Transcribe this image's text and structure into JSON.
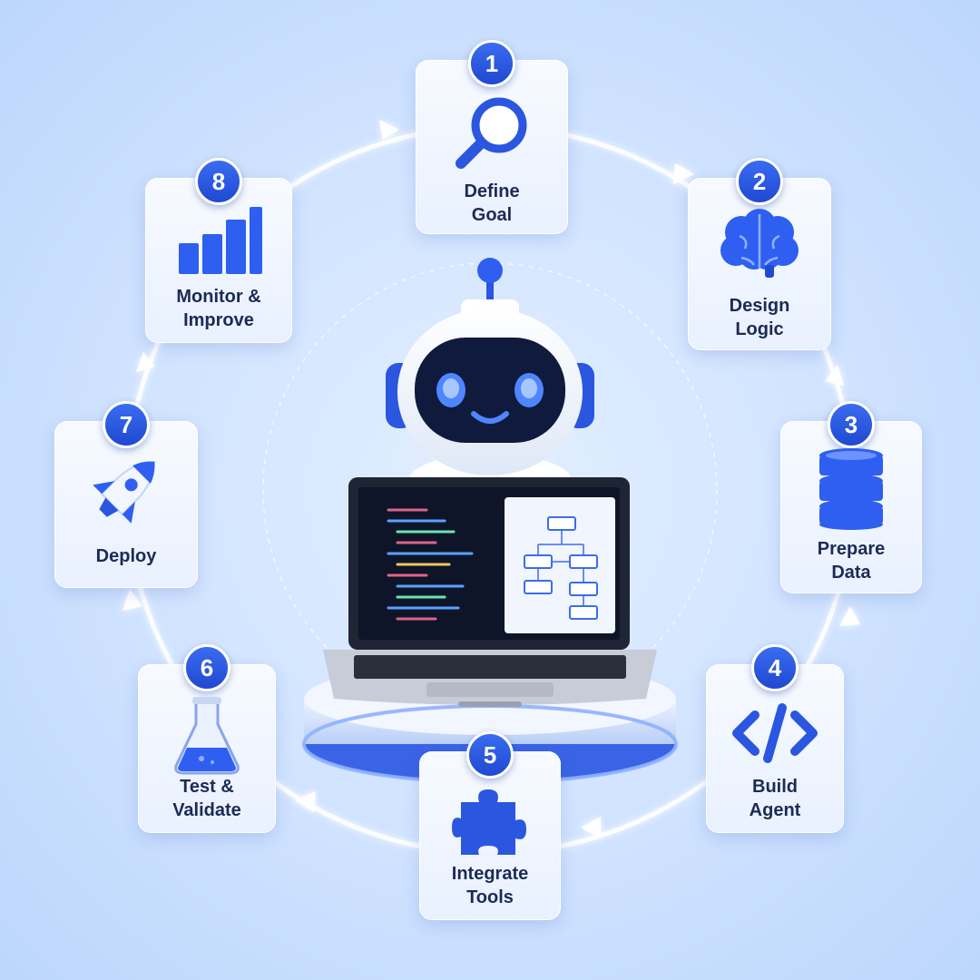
{
  "steps": [
    {
      "number": "1",
      "line1": "Define",
      "line2": "Goal",
      "icon": "magnifier-icon"
    },
    {
      "number": "2",
      "line1": "Design",
      "line2": "Logic",
      "icon": "brain-icon"
    },
    {
      "number": "3",
      "line1": "Prepare",
      "line2": "Data",
      "icon": "database-icon"
    },
    {
      "number": "4",
      "line1": "Build",
      "line2": "Agent",
      "icon": "code-icon"
    },
    {
      "number": "5",
      "line1": "Integrate",
      "line2": "Tools",
      "icon": "puzzle-icon"
    },
    {
      "number": "6",
      "line1": "Test &",
      "line2": "Validate",
      "icon": "flask-icon"
    },
    {
      "number": "7",
      "line1": "Deploy",
      "line2": "",
      "icon": "rocket-icon"
    },
    {
      "number": "8",
      "line1": "Monitor &",
      "line2": "Improve",
      "icon": "bar-chart-icon"
    }
  ],
  "colors": {
    "accent": "#2a56e0",
    "text": "#1c2a55",
    "glow": "#ffffff"
  }
}
